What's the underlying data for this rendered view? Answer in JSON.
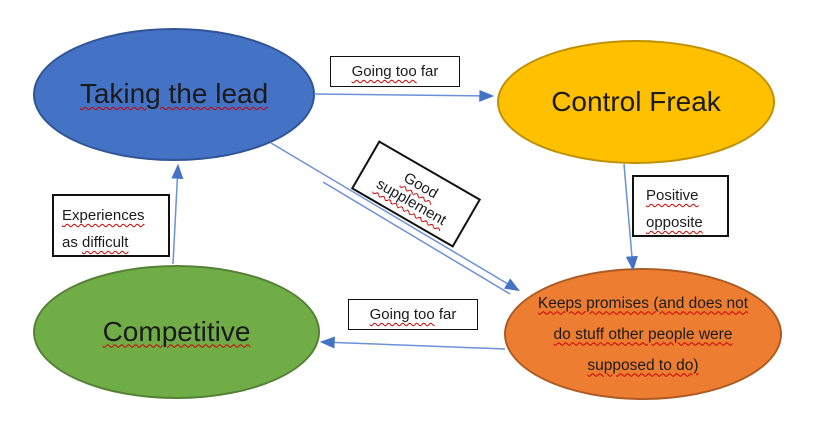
{
  "diagram": {
    "nodes": [
      {
        "id": "taking-the-lead",
        "label": "Taking the lead",
        "fill": "#4472C4",
        "border": "#2F5597"
      },
      {
        "id": "control-freak",
        "label": "Control Freak",
        "fill": "#FFC000",
        "border": "#BF9000"
      },
      {
        "id": "competitive",
        "label": "Competitive",
        "fill": "#70AD47",
        "border": "#548235"
      },
      {
        "id": "keeps-promises",
        "label": "Keeps promises (and does not do stuff other people were supposed to do)",
        "fill": "#ED7D31",
        "border": "#AD5B22"
      }
    ],
    "node_label_lines": {
      "keeps_promises": [
        "Keeps promises (and does not",
        "do stuff other people were",
        "supposed to do)"
      ]
    },
    "edges": [
      {
        "from": "taking-the-lead",
        "to": "control-freak",
        "label": "Going too far"
      },
      {
        "from": "control-freak",
        "to": "keeps-promises",
        "label": "Positive opposite"
      },
      {
        "from": "taking-the-lead",
        "to": "keeps-promises",
        "label": "Good supplement"
      },
      {
        "from": "keeps-promises",
        "to": "competitive",
        "label": "Going too far"
      },
      {
        "from": "competitive",
        "to": "taking-the-lead",
        "label": "Experiences as difficult"
      }
    ],
    "labels": {
      "going_too_far_top": {
        "squiggle": "Going too",
        "rest": " far"
      },
      "good_supplement": {
        "line1": "Good",
        "line2": "supplement"
      },
      "positive_opposite": {
        "line1": "Positive",
        "line2": "opposite"
      },
      "experiences": {
        "line1": "Experiences",
        "line2_plain": "as ",
        "line2_squiggle": "difficult"
      },
      "going_too_far_bottom": {
        "squiggle": "Going too",
        "rest": " far"
      }
    },
    "colors": {
      "arrow": "#6B91D9",
      "arrowhead": "#4472C4",
      "squiggle": "#CC0000",
      "background": "#FFFFFF"
    }
  }
}
